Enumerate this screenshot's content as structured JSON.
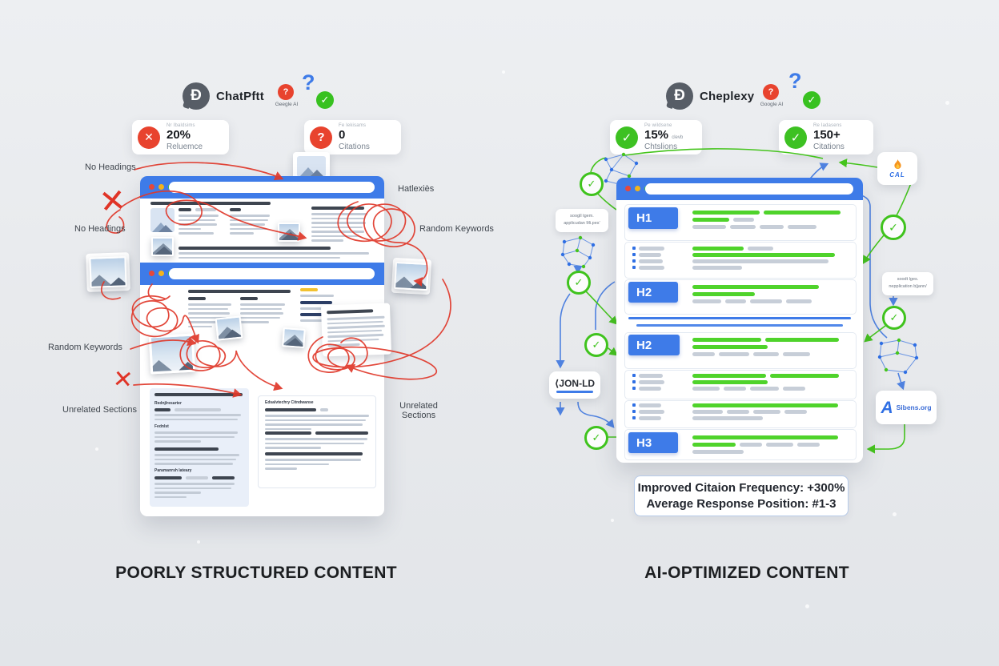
{
  "left": {
    "brand": "ChatPftt",
    "ai_caption": "Geegle AI",
    "question_mark": "?",
    "stats": [
      {
        "top": "Nr Ibaldsims",
        "value": "20%",
        "label": "Reluemce"
      },
      {
        "top": "Fe lekisams",
        "value": "0",
        "label": "Citations"
      }
    ],
    "annotations": {
      "no_headings_top": "No Headings",
      "no_headings_mid": "No Headings",
      "hatlexies": "Hatlexiès",
      "random_keywords_right": "Random Keywords",
      "random_keywords_left": "Random Keywords",
      "unrelated_left": "Unrelated Sections",
      "unrelated_right_line1": "Unrelated",
      "unrelated_right_line2": "Sections"
    },
    "doc_headings": {
      "panel1_h1": "Rednjlresarter",
      "panel1_h2": "Fednlst",
      "panel1_h3": "Paramanrsh lateary",
      "panel2_h1": "Edsalvtechry Citndwanse"
    },
    "title": "POORLY STRUCTURED CONTENT"
  },
  "right": {
    "brand": "Cheplexy",
    "ai_caption": "Google AI",
    "question_mark": "?",
    "stats": [
      {
        "top": "Pe wildsene",
        "value": "15%",
        "suffix": "clevb",
        "label": "Chtslions"
      },
      {
        "top": "Re ladasens",
        "value": "150+",
        "suffix": "",
        "label": "Citations"
      }
    ],
    "headings": {
      "h1": "H1",
      "h2a": "H2",
      "h2b": "H2",
      "h3": "H3"
    },
    "labels": {
      "script_left_line1": "soogll tgem.",
      "script_left_line2": "applicudan Mi.pes’",
      "script_right_line1": "soodt lges.",
      "script_right_line2": "nepplication b|jann/",
      "json_ld": "⟨JON-LD",
      "schema": "Sibens.org",
      "flame": "CAL"
    },
    "result_line1": "Improved Citaion Frequency: +300%",
    "result_line2": "Average Response Position: #1-3",
    "title": "AI-OPTIMIZED CONTENT"
  }
}
